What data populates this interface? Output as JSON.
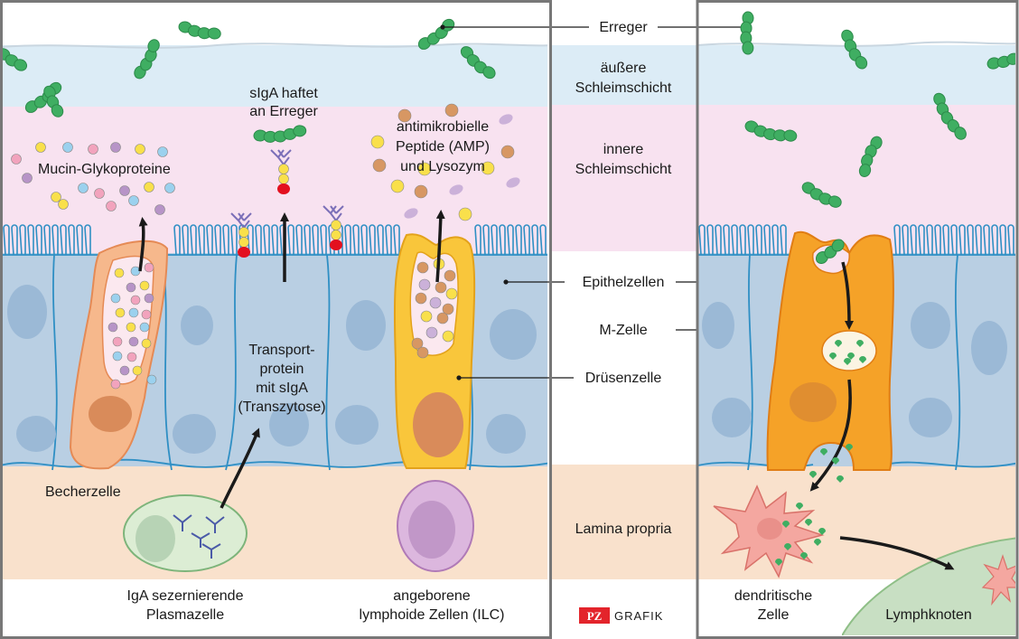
{
  "labels": {
    "erreger": "Erreger",
    "aeussere_1": "äußere",
    "aeussere_2": "Schleimschicht",
    "innere_1": "innere",
    "innere_2": "Schleimschicht",
    "epithelzellen": "Epithelzellen",
    "m_zelle": "M-Zelle",
    "druesenzelle": "Drüsenzelle",
    "lamina_propria": "Lamina propria",
    "mucin": "Mucin-Glykoproteine",
    "siga_haftet_1": "sIgA haftet",
    "siga_haftet_2": "an Erreger",
    "amp_1": "antimikrobielle",
    "amp_2": "Peptide (AMP)",
    "amp_3": "und Lysozym",
    "transport_1": "Transport-",
    "transport_2": "protein",
    "transport_3": "mit sIgA",
    "transport_4": "(Transzytose)",
    "becherzelle": "Becherzelle",
    "plasma_1": "IgA sezernierende",
    "plasma_2": "Plasmazelle",
    "ilc_1": "angeborene",
    "ilc_2": "lymphoide Zellen (ILC)",
    "dendritic_1": "dendritische",
    "dendritic_2": "Zelle",
    "lymphknoten": "Lymphknoten"
  },
  "logo": {
    "brand": "PZ",
    "text": "GRAFIK"
  },
  "colors": {
    "outer_mucus": "#dcecf6",
    "inner_mucus": "#f8e2f0",
    "epithelium": "#b9cfe3",
    "epithelium_line": "#2f8fc4",
    "lamina": "#f9e1cc",
    "goblet": "#f6b88c",
    "gland": "#f9c63b",
    "m_cell": "#f5a228",
    "pathogen": "#3fae62",
    "plasma": "#dcedd4",
    "ilc": "#dcb7de",
    "dendritic": "#f4a7a0",
    "lymph_node": "#c8dfc3",
    "logo_red": "#e3242b"
  }
}
